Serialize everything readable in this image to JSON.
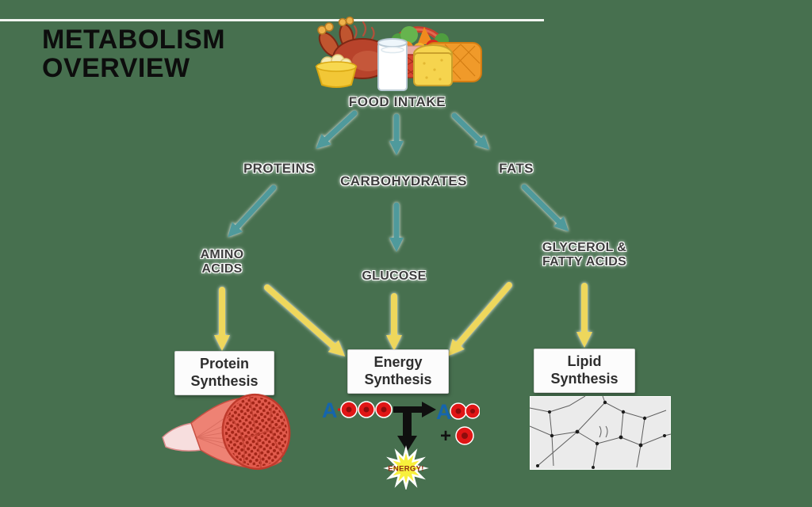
{
  "title": "METABOLISM OVERVIEW",
  "colors": {
    "bg_green": "#47704f",
    "teal_arrow": "#4f9a9c",
    "yellow_arrow": "#eed75b",
    "label_text": "#3d3d3d",
    "box_text": "#2e2e2e",
    "atp_blue": "#1565ad",
    "atp_red": "#e01616",
    "burst_yellow": "#f8f03c",
    "energy_text": "#8f2d12",
    "muscle_red": "#e25b4d",
    "fat_bg": "#ebebeb"
  },
  "nodes": {
    "food_intake": "FOOD INTAKE",
    "proteins": "PROTEINS",
    "carbohydrates": "CARBOHYDRATES",
    "fats": "FATS",
    "amino_acids": "AMINO ACIDS",
    "glucose": "GLUCOSE",
    "glycerol_fatty_acids": "GLYCEROL & FATTY ACIDS",
    "protein_synthesis": "Protein Synthesis",
    "energy_synthesis": "Energy Synthesis",
    "lipid_synthesis": "Lipid Synthesis"
  },
  "edges": [
    {
      "from": "food_intake",
      "to": "proteins",
      "color": "teal"
    },
    {
      "from": "food_intake",
      "to": "carbohydrates",
      "color": "teal"
    },
    {
      "from": "food_intake",
      "to": "fats",
      "color": "teal"
    },
    {
      "from": "proteins",
      "to": "amino_acids",
      "color": "teal"
    },
    {
      "from": "carbohydrates",
      "to": "glucose",
      "color": "teal"
    },
    {
      "from": "fats",
      "to": "glycerol_fatty_acids",
      "color": "teal"
    },
    {
      "from": "amino_acids",
      "to": "protein_synthesis",
      "color": "yellow"
    },
    {
      "from": "amino_acids",
      "to": "energy_synthesis",
      "color": "yellow"
    },
    {
      "from": "glucose",
      "to": "energy_synthesis",
      "color": "yellow"
    },
    {
      "from": "glycerol_fatty_acids",
      "to": "energy_synthesis",
      "color": "yellow"
    },
    {
      "from": "glycerol_fatty_acids",
      "to": "lipid_synthesis",
      "color": "yellow"
    }
  ],
  "atp_diagram": {
    "adenosine_left": "A",
    "adenosine_right": "A",
    "plus_sign": "+",
    "energy_label": "ENERGY!"
  },
  "illustrations": {
    "food": "food-intake-illustration",
    "muscle": "muscle-tissue-illustration",
    "atp": "atp-energy-diagram",
    "fat": "adipose-tissue-micrograph"
  }
}
